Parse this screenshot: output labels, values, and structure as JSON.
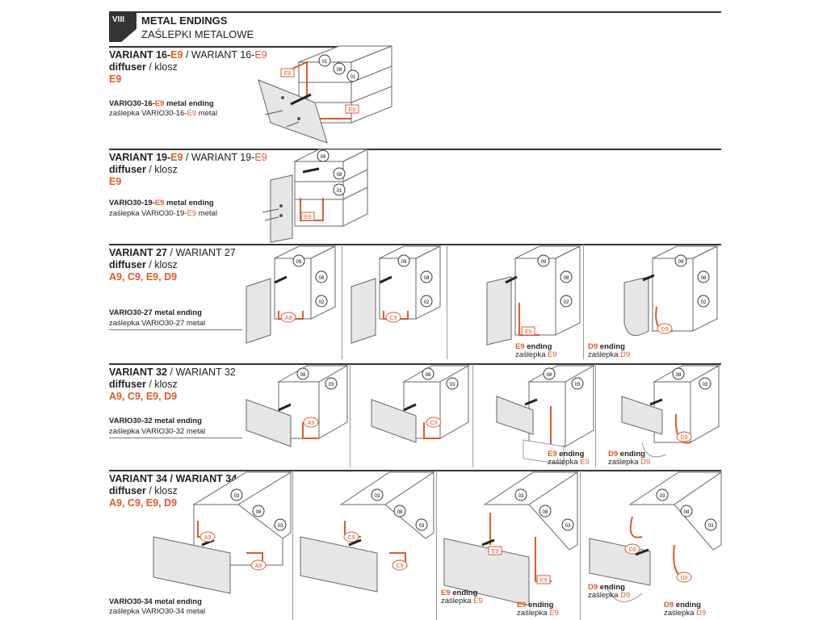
{
  "header": {
    "number": "VIII",
    "title_en": "METAL ENDINGS",
    "title_pl": "ZAŚLEPKI METALOWE"
  },
  "sections": [
    {
      "id": "v16",
      "title_main": "VARIANT 16-",
      "title_code": "E9",
      "title_sep": " / ",
      "title_alt": "WARIANT 16-",
      "title_alt_code": "E9",
      "sub_en": "diffuser",
      "sub_sep": " / ",
      "sub_pl": "klosz",
      "codes": "E9",
      "ending_en_a": "VARIO30-16-",
      "ending_en_code": "E9",
      "ending_en_b": " metal ending",
      "ending_pl_a": "zaślepka VARIO30-16-",
      "ending_pl_code": "E9",
      "ending_pl_b": " metal"
    },
    {
      "id": "v19",
      "title_main": "VARIANT 19-",
      "title_code": "E9",
      "title_sep": " / ",
      "title_alt": "WARIANT 19-",
      "title_alt_code": "E9",
      "sub_en": "diffuser",
      "sub_sep": " / ",
      "sub_pl": "klosz",
      "codes": "E9",
      "ending_en_a": "VARIO30-19-",
      "ending_en_code": "E9",
      "ending_en_b": " metal ending",
      "ending_pl_a": "zaślepka VARIO30-19-",
      "ending_pl_code": "E9",
      "ending_pl_b": " metal"
    },
    {
      "id": "v27",
      "title_main": "VARIANT 27",
      "title_sep": " / ",
      "title_alt": "WARIANT 27",
      "sub_en": "diffuser",
      "sub_sep": " / ",
      "sub_pl": "klosz",
      "codes": "A9, C9, E9, D9",
      "ending_en": "VARIO30-27 metal ending",
      "ending_pl": "zaślepka VARIO30-27 metal"
    },
    {
      "id": "v32",
      "title_main": "VARIANT 32",
      "title_sep": " / ",
      "title_alt": "WARIANT 32",
      "sub_en": "diffuser",
      "sub_sep": " / ",
      "sub_pl": "klosz",
      "codes": "A9, C9, E9, D9",
      "ending_en": "VARIO30-32 metal ending",
      "ending_pl": "zaślepka VARIO30-32 metal"
    },
    {
      "id": "v34",
      "title_main": "VARIANT 34",
      "title_sep": " / ",
      "title_alt": "WARIANT 34",
      "sub_en": "diffuser",
      "sub_sep": " / ",
      "sub_pl": "klosz",
      "codes": "A9, C9, E9, D9",
      "ending_en": "VARIO30-34 metal ending",
      "ending_pl": "zaślepka VARIO30-34 metal"
    }
  ],
  "callouts": {
    "c01": "01",
    "c02": "02",
    "c03": "03",
    "c08": "08",
    "c09": "09",
    "a9": "A9",
    "c9": "C9",
    "e9": "E9",
    "d9": "D9"
  },
  "captions": {
    "e9_code": "E9",
    "d9_code": "D9",
    "ending_word": " ending",
    "zaslepka_word": "zaślepka "
  },
  "colors": {
    "accent": "#e05a2a",
    "line": "#333333",
    "panel": "#e6e6e6"
  }
}
